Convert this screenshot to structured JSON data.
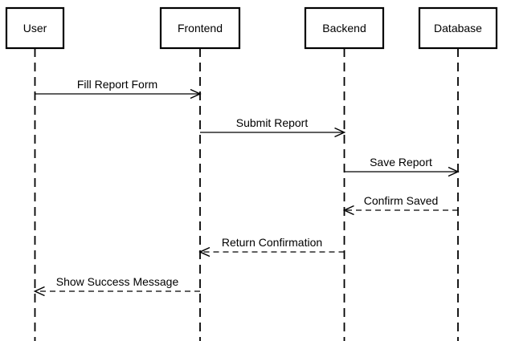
{
  "diagram": {
    "type": "sequence-diagram",
    "background_color": "#ffffff",
    "line_color": "#000000",
    "text_color": "#000000",
    "actors": [
      {
        "label": "User"
      },
      {
        "label": "Frontend"
      },
      {
        "label": "Backend"
      },
      {
        "label": "Database"
      }
    ],
    "messages": [
      {
        "label": "Fill Report Form",
        "from": "User",
        "to": "Frontend",
        "style": "solid"
      },
      {
        "label": "Submit Report",
        "from": "Frontend",
        "to": "Backend",
        "style": "solid"
      },
      {
        "label": "Save Report",
        "from": "Backend",
        "to": "Database",
        "style": "solid"
      },
      {
        "label": "Confirm Saved",
        "from": "Database",
        "to": "Backend",
        "style": "dashed"
      },
      {
        "label": "Return Confirmation",
        "from": "Backend",
        "to": "Frontend",
        "style": "dashed"
      },
      {
        "label": "Show Success Message",
        "from": "Frontend",
        "to": "User",
        "style": "dashed"
      }
    ]
  }
}
